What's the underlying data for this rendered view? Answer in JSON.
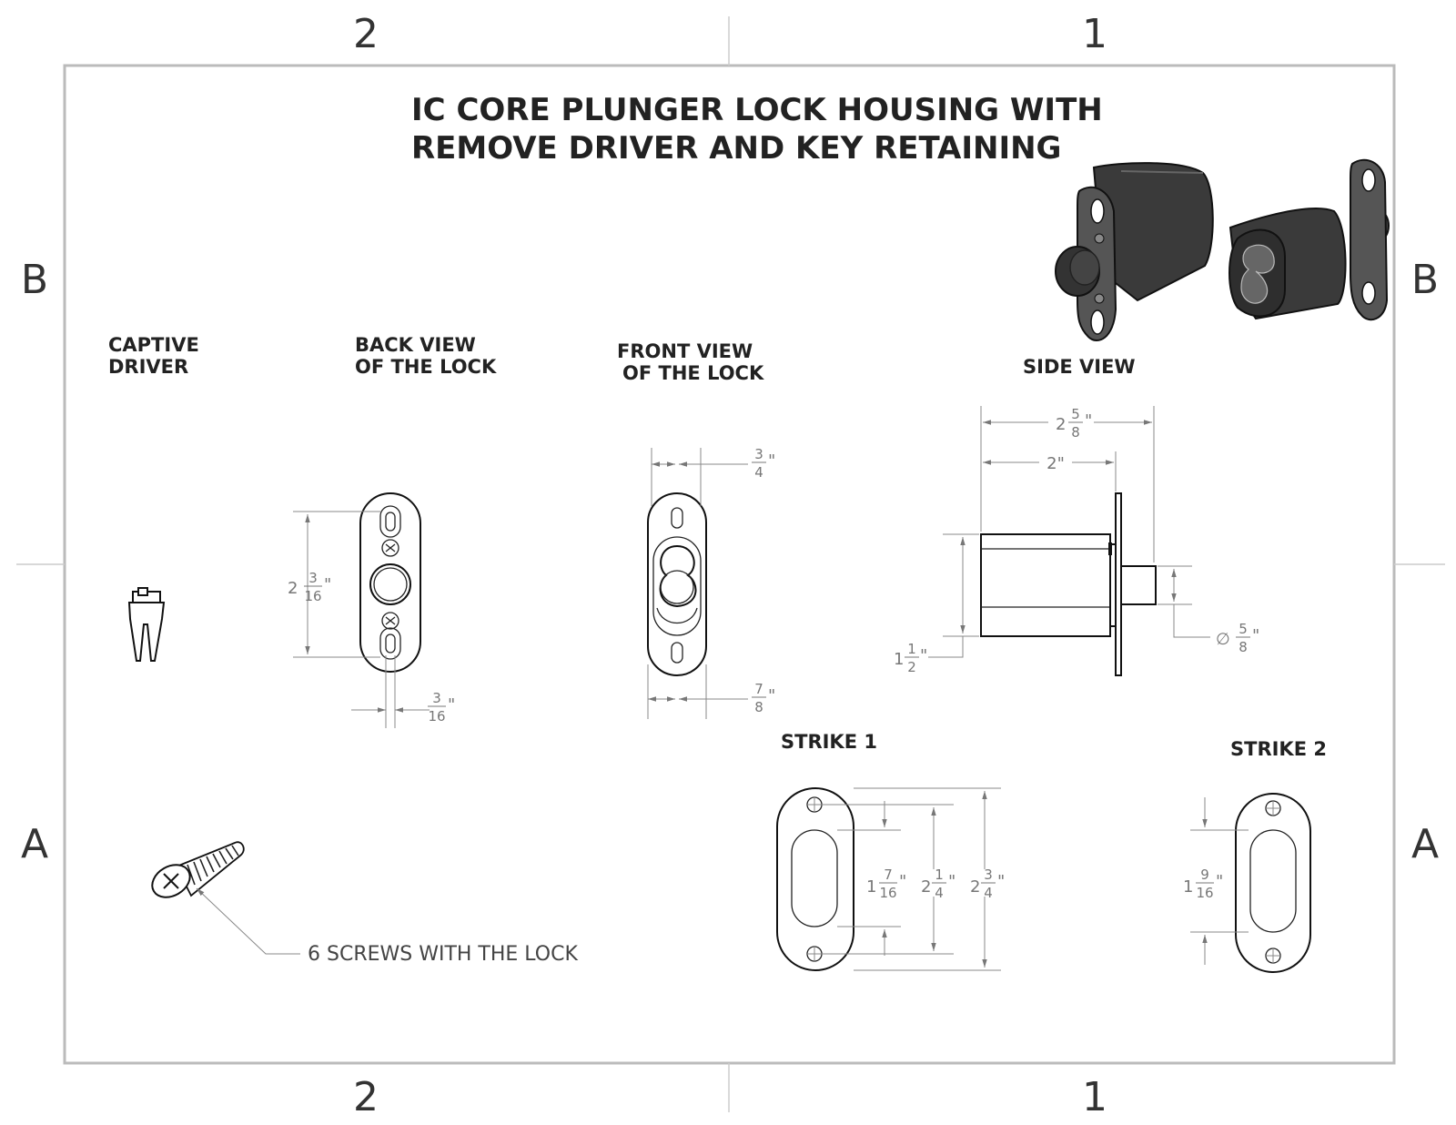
{
  "sheet": {
    "zones_top": [
      "2",
      "1"
    ],
    "zones_bottom": [
      "2",
      "1"
    ],
    "zones_left": [
      "B",
      "A"
    ],
    "zones_right": [
      "B",
      "A"
    ]
  },
  "title": {
    "line1": "IC CORE PLUNGER LOCK HOUSING WITH",
    "line2": "REMOVE DRIVER AND KEY RETAINING"
  },
  "views": {
    "captive_driver": {
      "line1": "CAPTIVE",
      "line2": "DRIVER"
    },
    "back_view": {
      "line1": "BACK VIEW",
      "line2": "OF THE LOCK"
    },
    "front_view": {
      "line1": "FRONT VIEW",
      "line2": "OF THE LOCK"
    },
    "side_view": {
      "label": "SIDE VIEW"
    },
    "strike1": {
      "label": "STRIKE 1"
    },
    "strike2": {
      "label": "STRIKE 2"
    }
  },
  "screw_note": "6 SCREWS WITH THE LOCK",
  "dimensions": {
    "back_height": {
      "whole": "2",
      "num": "3",
      "den": "16"
    },
    "back_slot": {
      "whole": "",
      "num": "3",
      "den": "16"
    },
    "front_top": {
      "whole": "",
      "num": "3",
      "den": "4"
    },
    "front_bottom": {
      "whole": "",
      "num": "7",
      "den": "8"
    },
    "side_overall": {
      "whole": "2",
      "num": "5",
      "den": "8"
    },
    "side_body": {
      "text": "2\""
    },
    "side_height": {
      "whole": "1",
      "num": "1",
      "den": "2"
    },
    "side_dia": {
      "prefix": "∅",
      "num": "5",
      "den": "8"
    },
    "strike1_a": {
      "whole": "1",
      "num": "7",
      "den": "16"
    },
    "strike1_b": {
      "whole": "2",
      "num": "1",
      "den": "4"
    },
    "strike1_c": {
      "whole": "2",
      "num": "3",
      "den": "4"
    },
    "strike2_a": {
      "whole": "1",
      "num": "9",
      "den": "16"
    }
  },
  "colors": {
    "line": "#111111",
    "dimension": "#888888",
    "border": "#bbbbbb",
    "part_dark": "#3a3a3a"
  }
}
